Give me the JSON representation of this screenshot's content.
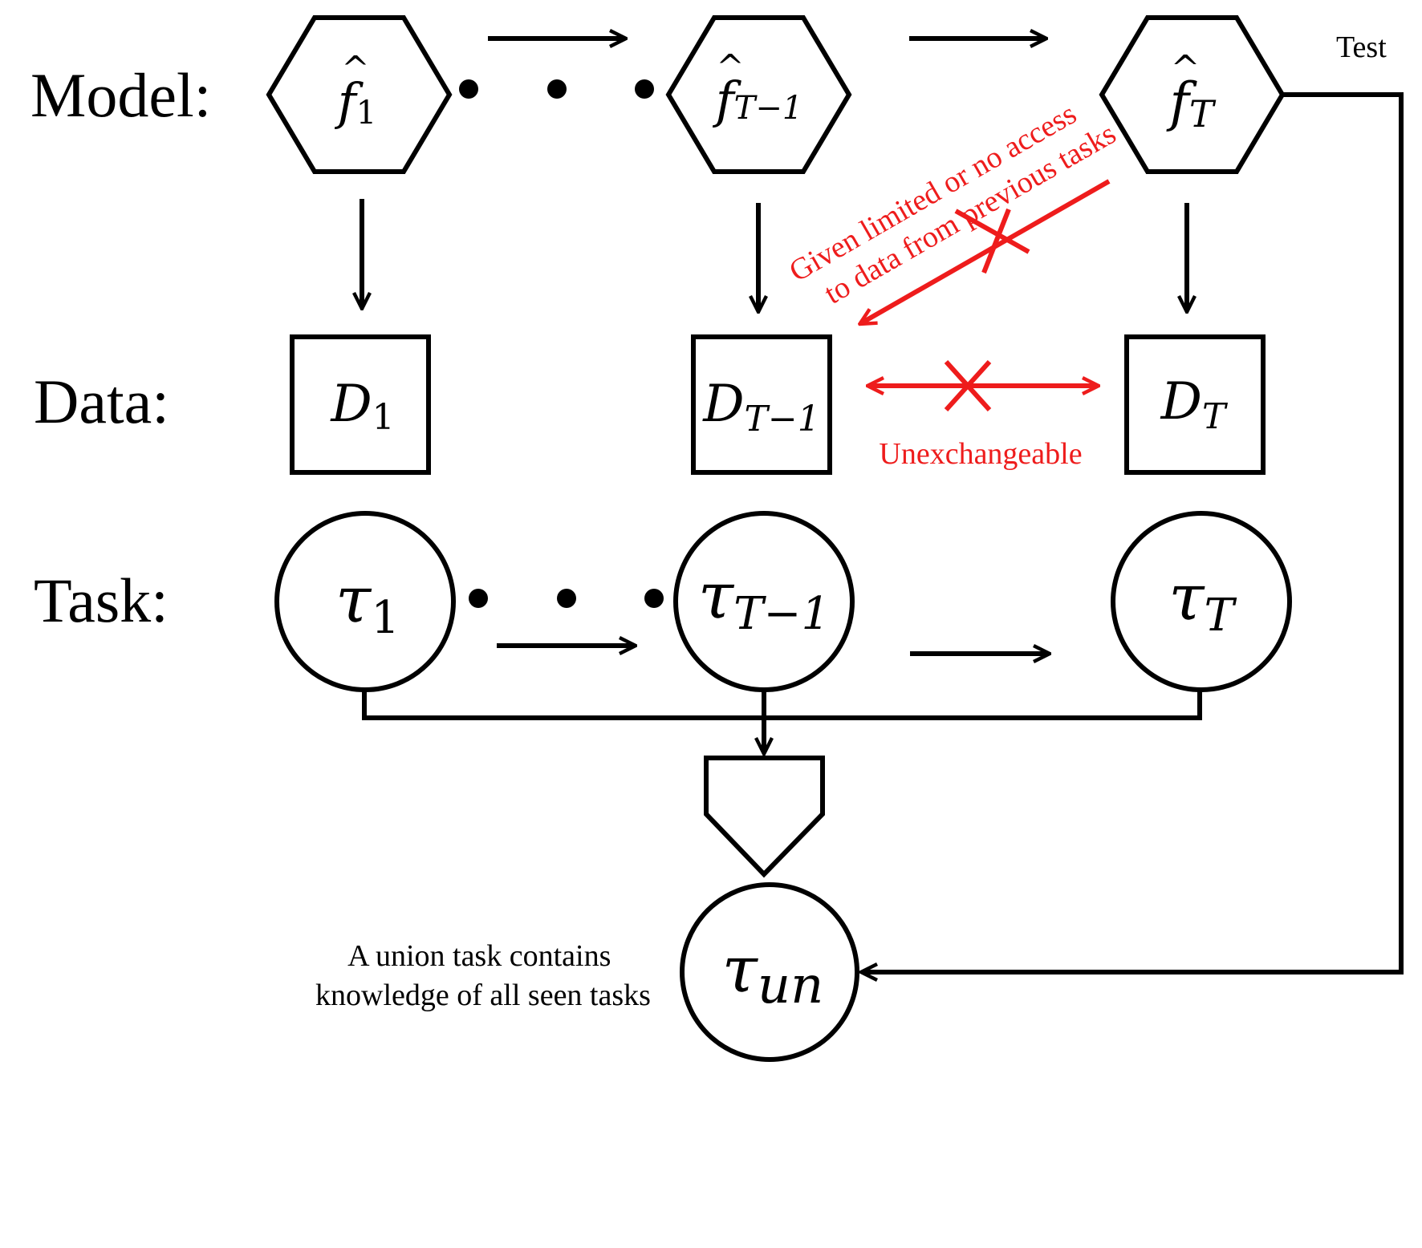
{
  "rows": {
    "model": "Model:",
    "data": "Data:",
    "task": "Task:"
  },
  "models": [
    {
      "base": "f",
      "hat": "^",
      "sub": "1"
    },
    {
      "base": "f",
      "hat": "^",
      "sub": "T−1"
    },
    {
      "base": "f",
      "hat": "^",
      "sub": "T"
    }
  ],
  "datasets": [
    {
      "base": "D",
      "sub": "1"
    },
    {
      "base": "D",
      "sub": "T−1"
    },
    {
      "base": "D",
      "sub": "T"
    }
  ],
  "tasks": [
    {
      "base": "τ",
      "sub": "1"
    },
    {
      "base": "τ",
      "sub": "T−1"
    },
    {
      "base": "τ",
      "sub": "T"
    }
  ],
  "union_task": {
    "base": "τ",
    "sub": "un"
  },
  "test_label": "Test",
  "annotation_access": {
    "line1": "Given limited or no access",
    "line2": "to data from previous tasks"
  },
  "annotation_exchange": "Unexchangeable",
  "union_caption": {
    "line1": "A union task contains",
    "line2": "knowledge of all seen tasks"
  },
  "colors": {
    "ink": "#000000",
    "restriction": "#ee1c1c",
    "background": "#ffffff"
  },
  "icons": {
    "dots": "ellipsis-dots",
    "cross": "x-mark",
    "merge": "funnel-pentagon"
  }
}
